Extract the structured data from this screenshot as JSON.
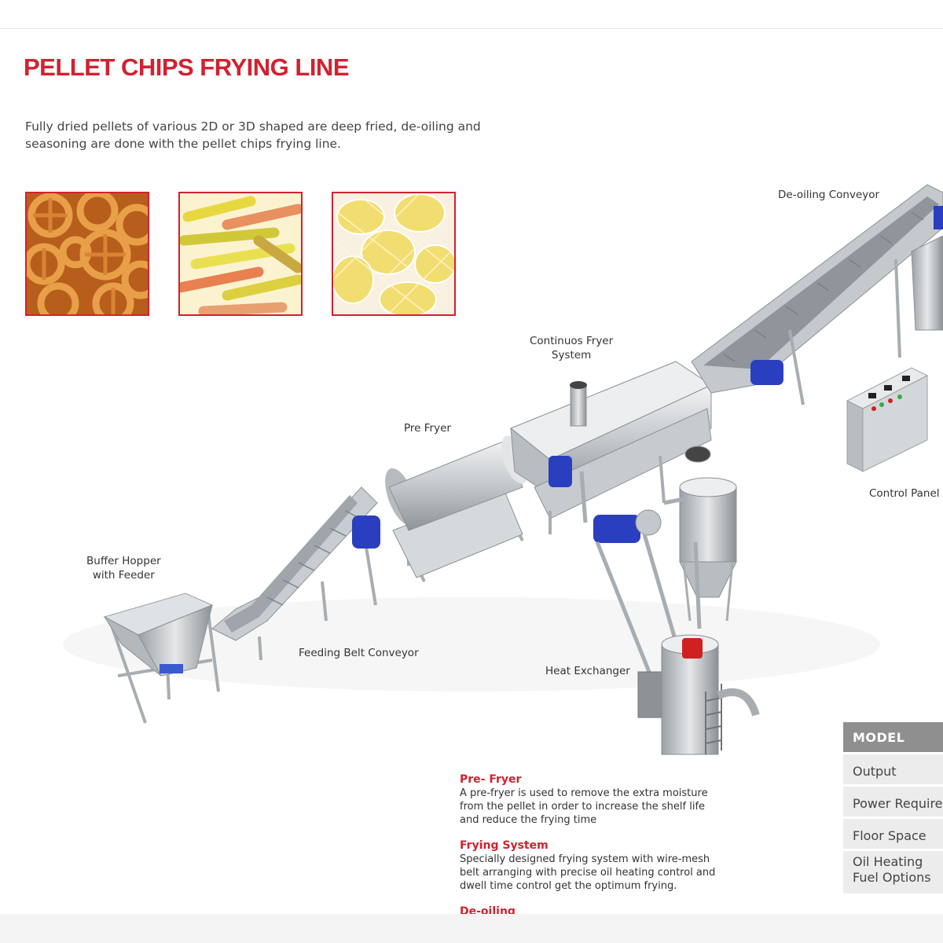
{
  "title": "PELLET CHIPS FRYING LINE",
  "intro": "Fully dried pellets of various 2D or 3D shaped are deep fried, de-oiling and seasoning are done with the pellet chips frying line.",
  "photos": [
    {
      "name": "wheel-pellet-chips",
      "color": "#e0902e"
    },
    {
      "name": "stick-pellet-chips",
      "color": "#d7cf45"
    },
    {
      "name": "mesh-pellet-chips",
      "color": "#f0dc60"
    }
  ],
  "labels": {
    "deoiling_conveyor": "De-oiling Conveyor",
    "continuous_fryer_line1": "Continuos Fryer",
    "continuous_fryer_line2": "System",
    "pre_fryer": "Pre Fryer",
    "control_panel": "Control Panel",
    "buffer_hopper_line1": "Buffer Hopper",
    "buffer_hopper_line2": "with Feeder",
    "feeding_belt_conveyor": "Feeding Belt Conveyor",
    "heat_exchanger": "Heat Exchanger"
  },
  "descriptions": [
    {
      "heading": "Pre- Fryer",
      "text": "A pre-fryer is used to remove the extra moisture from the pellet in order to increase the shelf life and reduce the frying time"
    },
    {
      "heading": "Frying System",
      "text": "Specially designed frying system with wire-mesh belt arranging with precise oil heating control and dwell time control get the optimum frying."
    },
    {
      "heading": "De-oiling",
      "text": ""
    }
  ],
  "spec_table": {
    "header": "MODEL",
    "rows": [
      "Output",
      "Power Required",
      "Floor Space"
    ],
    "last_row_line1": "Oil Heating",
    "last_row_line2": "Fuel Options"
  },
  "colors": {
    "brand_red": "#d42030",
    "steel": "#c4c8cc",
    "motor_blue": "#2a3fbf",
    "pump_red": "#d02020"
  }
}
